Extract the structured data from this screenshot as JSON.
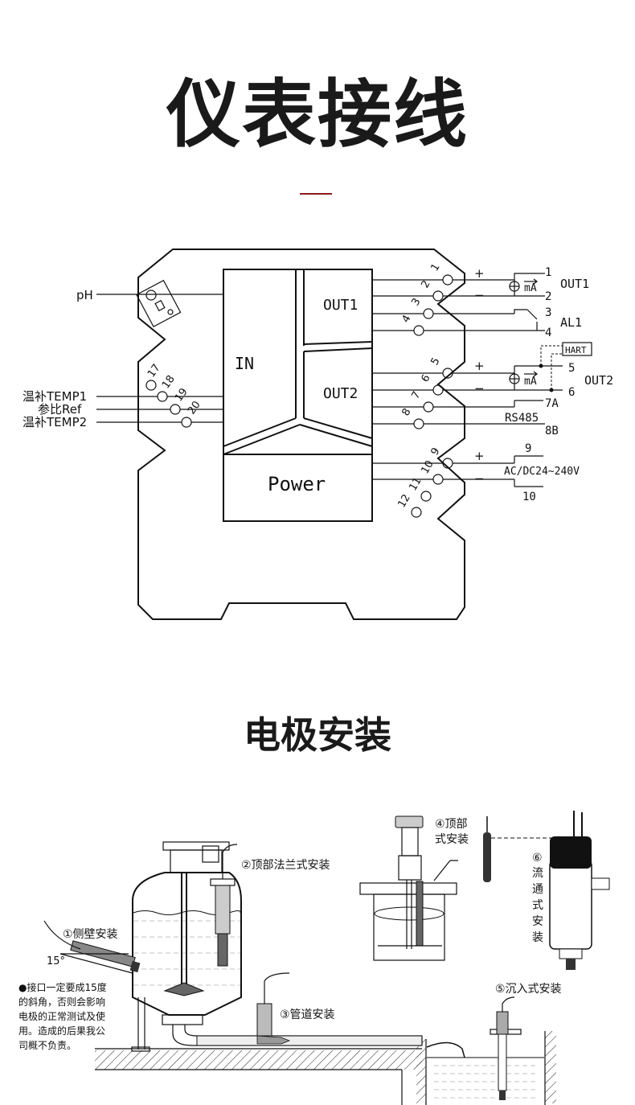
{
  "titles": {
    "wiring": "仪表接线",
    "install": "电极安装"
  },
  "wiring": {
    "box_in": "IN",
    "box_out1": "OUT1",
    "box_out2": "OUT2",
    "box_power": "Power",
    "ph": "pH",
    "left_labels": [
      "温补TEMP1",
      "参比Ref",
      "温补TEMP2"
    ],
    "left_terms": [
      "17",
      "18",
      "19",
      "20"
    ],
    "right_terms": [
      "1",
      "2",
      "3",
      "4",
      "5",
      "6",
      "7",
      "8",
      "9",
      "10",
      "11",
      "12"
    ],
    "plus": "+",
    "minus": "−",
    "ma": "mA",
    "out1": "OUT1",
    "out2": "OUT2",
    "al1": "AL1",
    "hart": "HART",
    "rs485": "RS485",
    "n1": "1",
    "n2": "2",
    "n3": "3",
    "n4": "4",
    "n5": "5",
    "n6": "6",
    "n7a": "7A",
    "n8b": "8B",
    "n9": "9",
    "n10": "10",
    "power_range": "AC/DC24~240V"
  },
  "install": {
    "side_wall": "①侧壁安装",
    "angle": "15°",
    "note_lines": [
      "●接口一定要成15度",
      "的斜角，否则会影响",
      "电极的正常测试及使",
      "用。造成的后果我公",
      "司概不负责。"
    ],
    "top_flange": "②顶部法兰式安装",
    "pipe": "③管道安装",
    "top_a": "④顶部",
    "top_b": "式安装",
    "immersion": "⑤沉入式安装",
    "flow_num": "⑥",
    "flow_chars": [
      "流",
      "通",
      "式",
      "安",
      "装"
    ]
  }
}
